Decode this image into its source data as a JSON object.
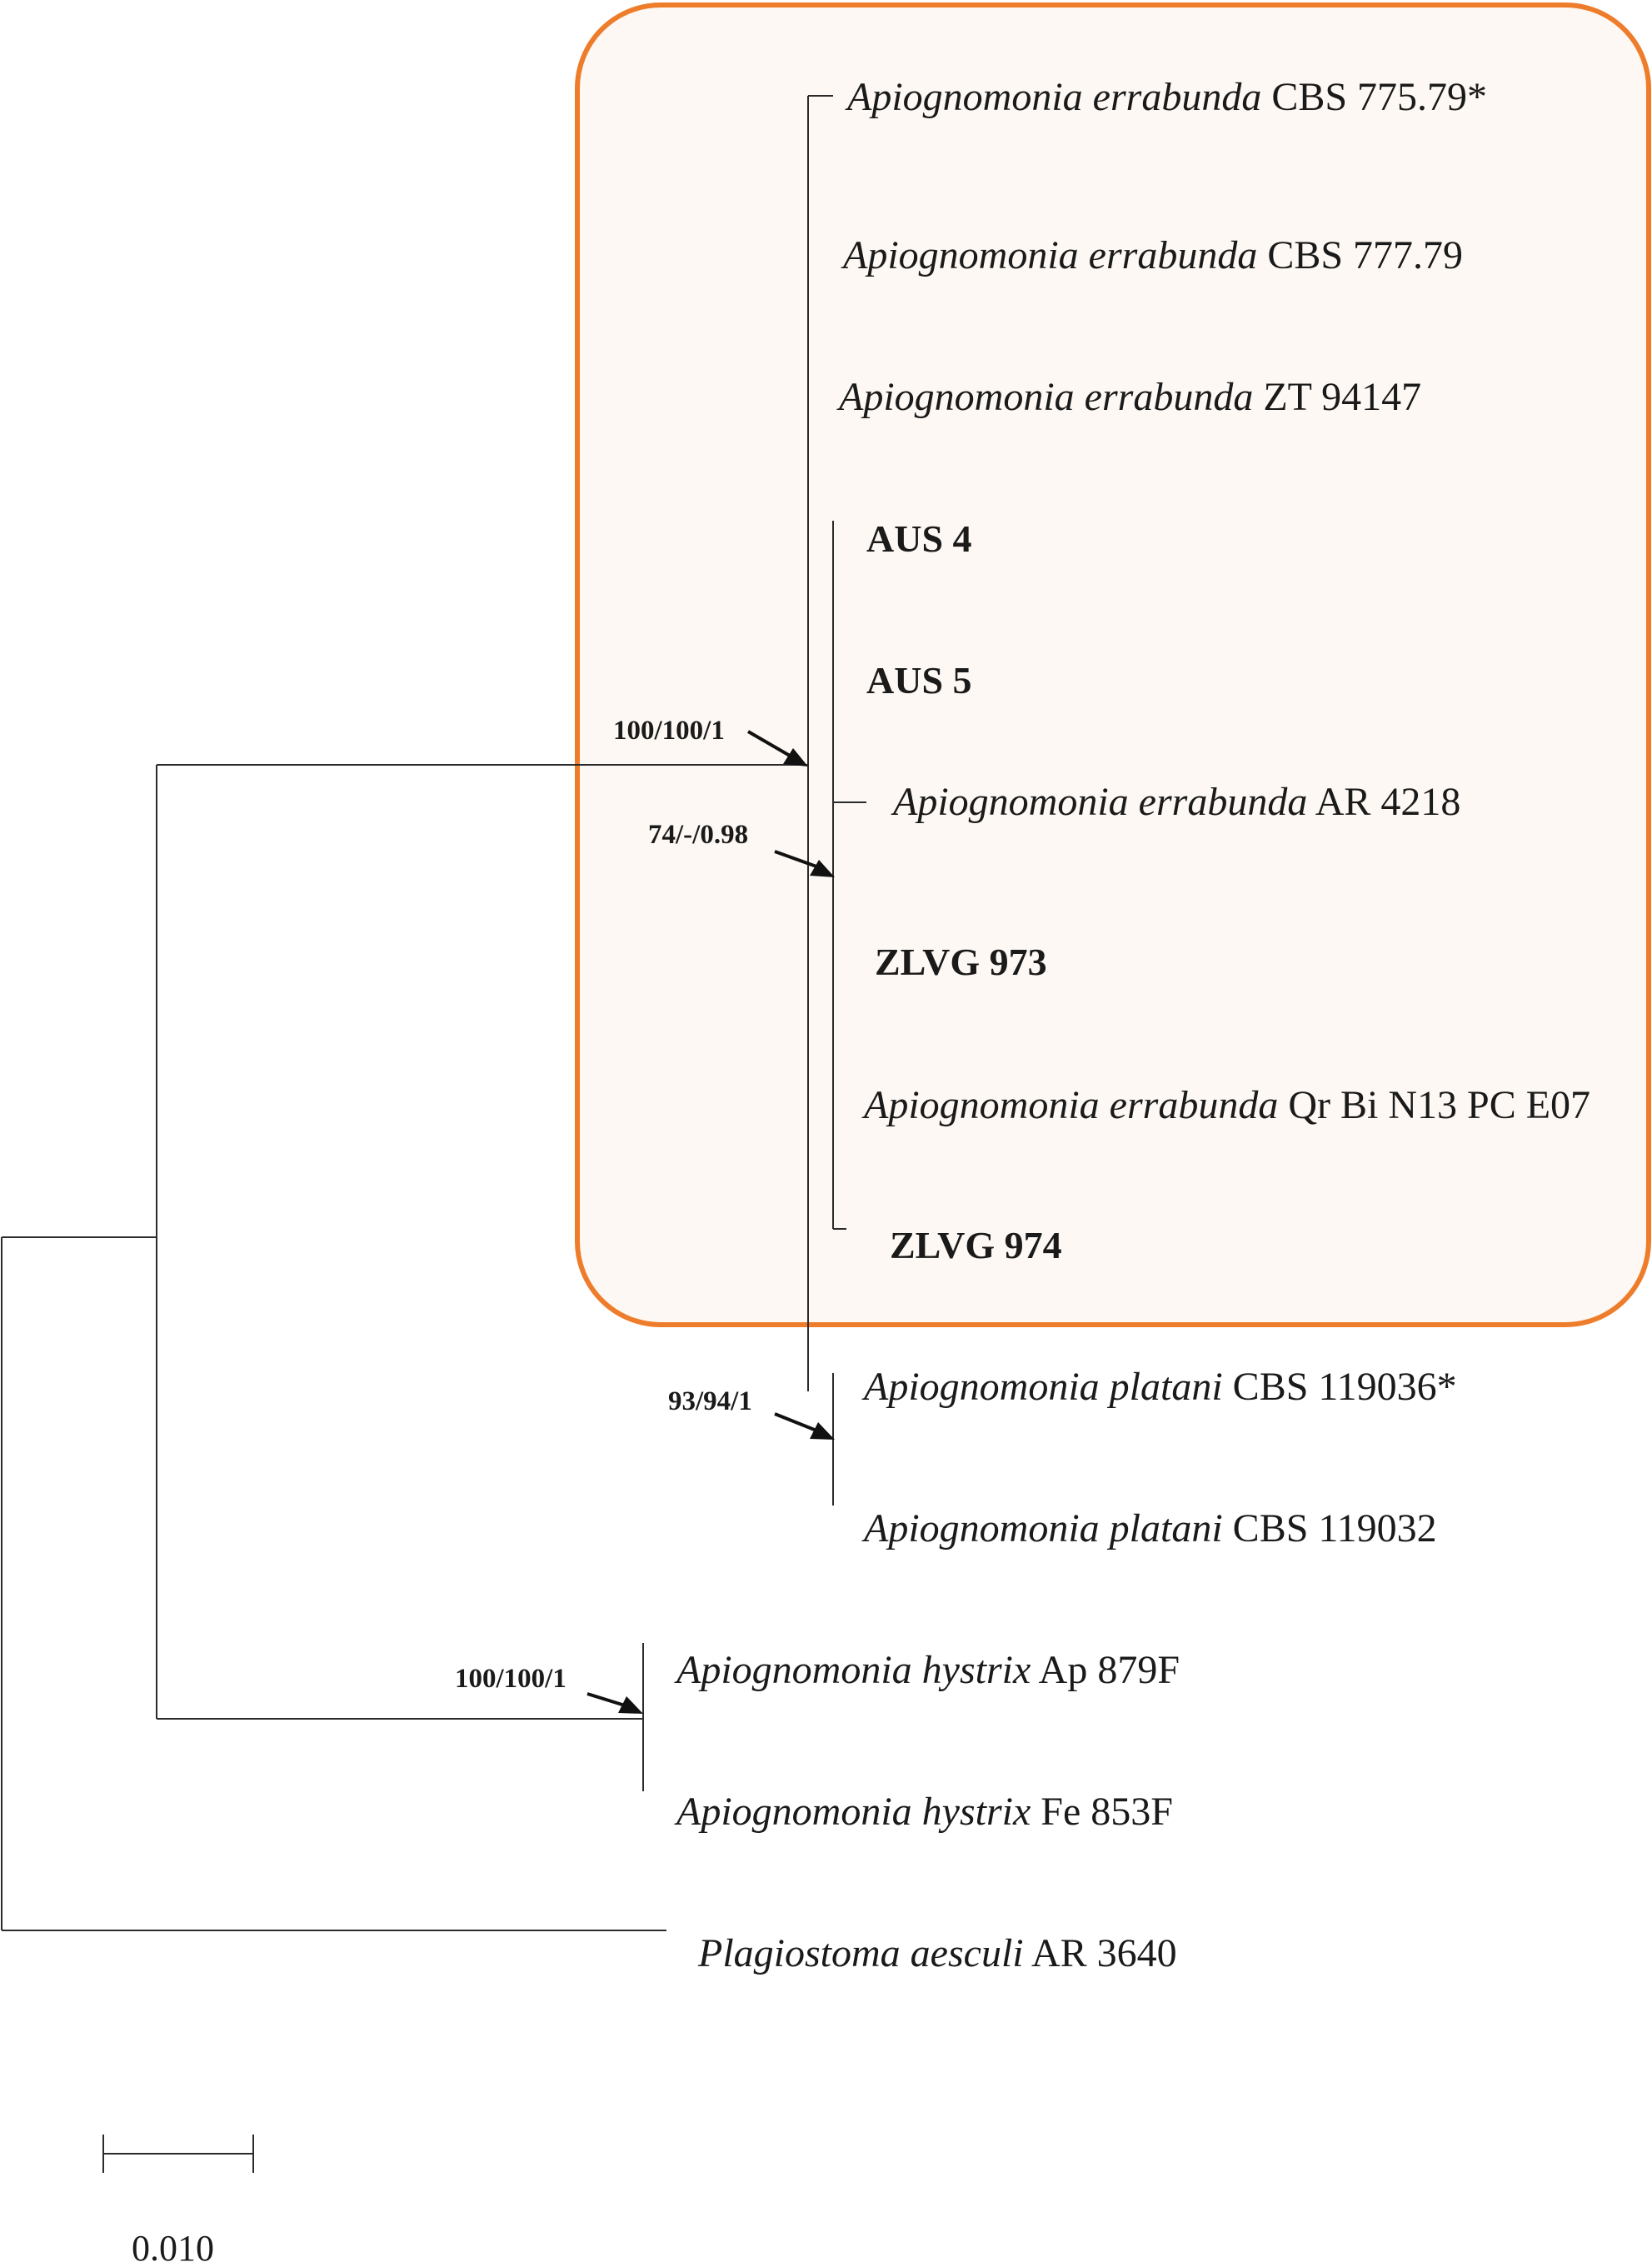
{
  "clade_box_color": "#ee7d2b",
  "taxa": [
    {
      "id": "t1",
      "species": "Apiognomonia errabunda",
      "strain": "CBS 775.79*",
      "bold": false
    },
    {
      "id": "t2",
      "species": "Apiognomonia errabunda",
      "strain": "CBS 777.79",
      "bold": false
    },
    {
      "id": "t3",
      "species": "Apiognomonia errabunda",
      "strain": "ZT 94147",
      "bold": false
    },
    {
      "id": "t4",
      "species": "",
      "strain": "AUS 4",
      "bold": true
    },
    {
      "id": "t5",
      "species": "",
      "strain": "AUS 5",
      "bold": true
    },
    {
      "id": "t6",
      "species": "Apiognomonia errabunda",
      "strain": "AR 4218",
      "bold": false
    },
    {
      "id": "t7",
      "species": "",
      "strain": "ZLVG 973",
      "bold": true
    },
    {
      "id": "t8",
      "species": "Apiognomonia errabunda",
      "strain": "Qr Bi N13 PC E07",
      "bold": false
    },
    {
      "id": "t9",
      "species": "",
      "strain": "ZLVG 974",
      "bold": true
    },
    {
      "id": "t10",
      "species": "Apiognomonia platani",
      "strain": "CBS 119036*",
      "bold": false
    },
    {
      "id": "t11",
      "species": "Apiognomonia platani",
      "strain": "CBS 119032",
      "bold": false
    },
    {
      "id": "t12",
      "species": "Apiognomonia hystrix",
      "strain": "Ap 879F",
      "bold": false
    },
    {
      "id": "t13",
      "species": "Apiognomonia hystrix",
      "strain": "Fe 853F",
      "bold": false
    },
    {
      "id": "t14",
      "species": "Plagiostoma aesculi",
      "strain": "AR 3640",
      "bold": false
    }
  ],
  "support_values": [
    {
      "id": "s1",
      "label": "100/100/1"
    },
    {
      "id": "s2",
      "label": "74/-/0.98"
    },
    {
      "id": "s3",
      "label": "93/94/1"
    },
    {
      "id": "s4",
      "label": "100/100/1"
    }
  ],
  "scale_bar": {
    "label": "0.010",
    "value": 0.01
  }
}
